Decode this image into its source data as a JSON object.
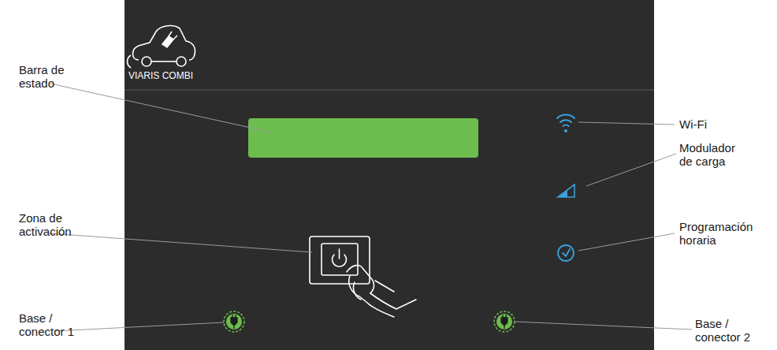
{
  "diagram": {
    "labels": [
      "VIARIS COMBI",
      "Barra de estado",
      "Zona de activación",
      "Base / conector 1",
      "Wi-Fi",
      "Modulador de carga",
      "Programación horaria",
      "Base / conector 2"
    ]
  }
}
